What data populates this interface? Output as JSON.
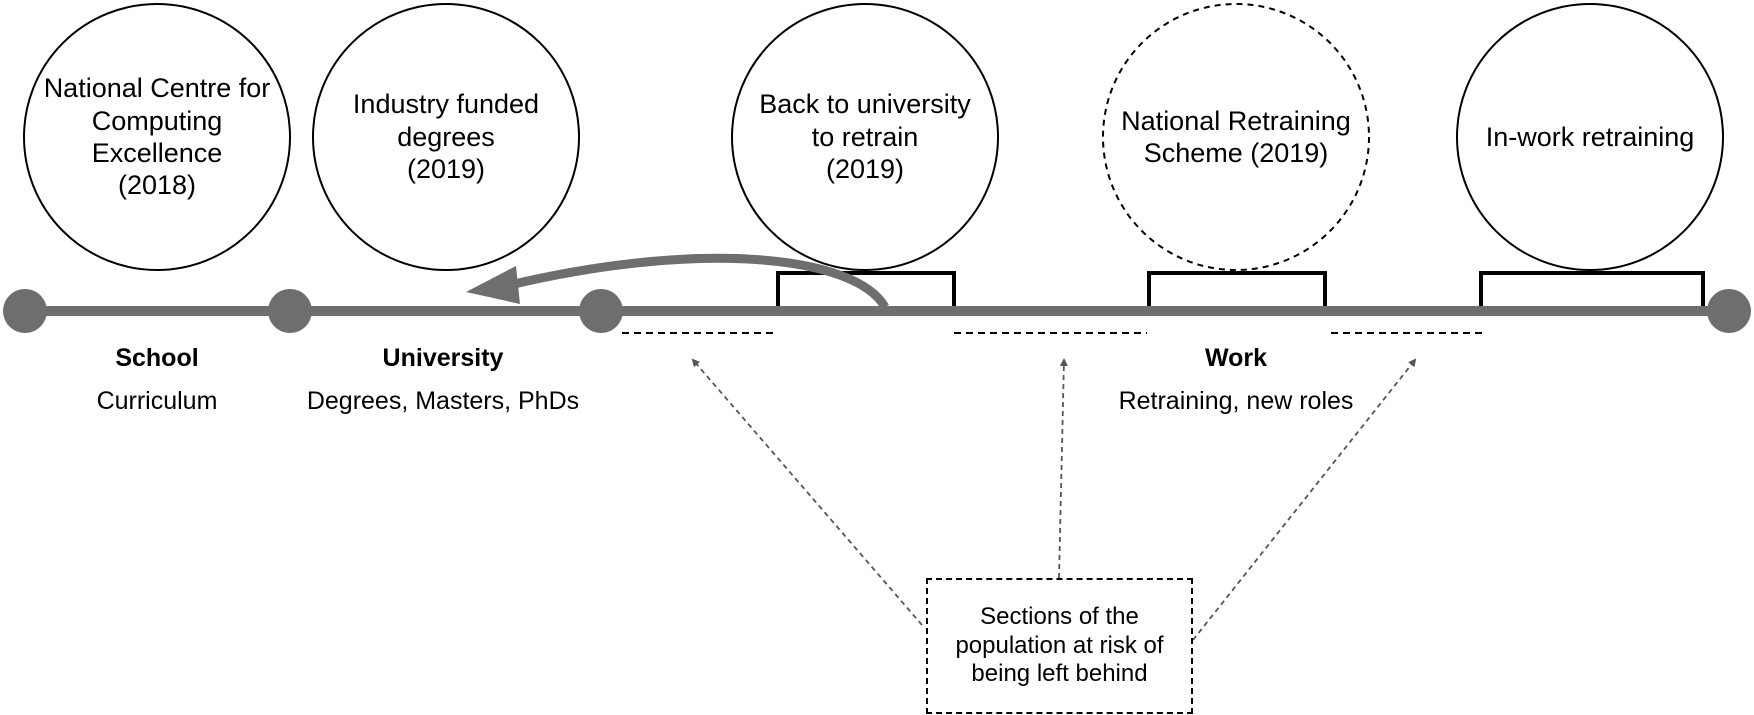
{
  "circles": [
    {
      "text": "National Centre for\nComputing\nExcellence\n(2018)",
      "style": "solid"
    },
    {
      "text": "Industry funded\ndegrees\n(2019)",
      "style": "solid"
    },
    {
      "text": "Back to university\nto retrain\n(2019)",
      "style": "solid"
    },
    {
      "text": "National Retraining\nScheme (2019)",
      "style": "dashed"
    },
    {
      "text": "In-work retraining",
      "style": "solid"
    }
  ],
  "stages": [
    {
      "title": "School",
      "subtitle": "Curriculum"
    },
    {
      "title": "University",
      "subtitle": "Degrees, Masters, PhDs"
    },
    {
      "title": "Work",
      "subtitle": "Retraining, new roles"
    }
  ],
  "note": "Sections of the\npopulation at risk of\nbeing left behind",
  "colors": {
    "timeline": "#6e6e6e",
    "outline": "#000000",
    "dashed_arrow": "#555555"
  }
}
